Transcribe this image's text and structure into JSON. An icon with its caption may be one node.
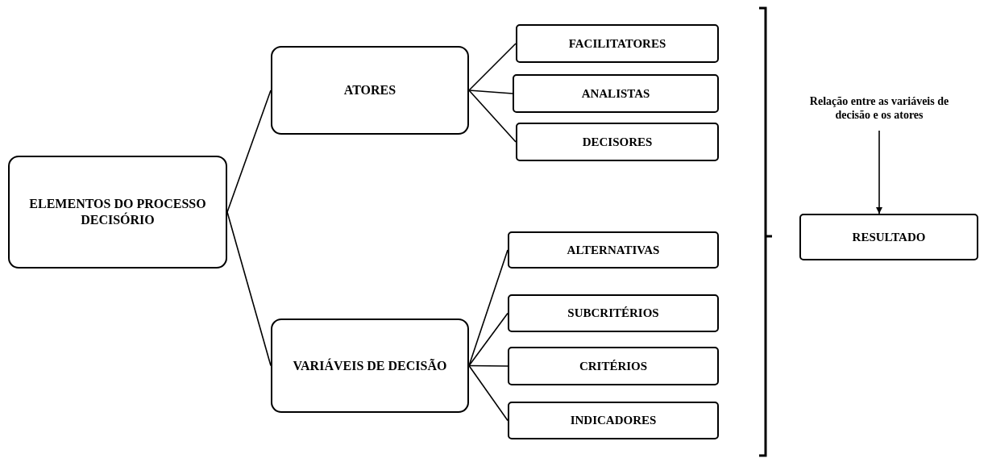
{
  "diagram": {
    "nodes": [
      {
        "text": [
          "ELEMENTOS DO PROCESSO DECISÓRIO"
        ]
      },
      {
        "text": [
          "ATORES"
        ]
      },
      {
        "text": [
          "FACILITATORES"
        ]
      },
      {
        "text": [
          "ANALISTAS"
        ]
      },
      {
        "text": [
          "DECISORES"
        ]
      },
      {
        "text": [
          "VARIÁVEIS DE DECISÃO"
        ]
      },
      {
        "text": [
          "ALTERNATIVAS"
        ]
      },
      {
        "text": [
          "SUBCRITÉRIOS"
        ]
      },
      {
        "text": [
          "CRITÉRIOS"
        ]
      },
      {
        "text": [
          "INDICADORES"
        ]
      },
      {
        "text": [
          "Relação entre as variáveis de decisão e os atores"
        ]
      },
      {
        "text": [
          "RESULTADO"
        ]
      }
    ],
    "edges": [
      {
        "from": 0,
        "to": 1,
        "arrow": "none"
      },
      {
        "from": 0,
        "to": 5,
        "arrow": "none"
      },
      {
        "from": 1,
        "to": 2,
        "arrow": "none"
      },
      {
        "from": 1,
        "to": 3,
        "arrow": "none"
      },
      {
        "from": 1,
        "to": 4,
        "arrow": "none"
      },
      {
        "from": 5,
        "to": 6,
        "arrow": "none"
      },
      {
        "from": 5,
        "to": 7,
        "arrow": "none"
      },
      {
        "from": 5,
        "to": 8,
        "arrow": "none"
      },
      {
        "from": 5,
        "to": 9,
        "arrow": "none"
      },
      {
        "from": 10,
        "to": 11,
        "arrow": "to"
      }
    ]
  }
}
